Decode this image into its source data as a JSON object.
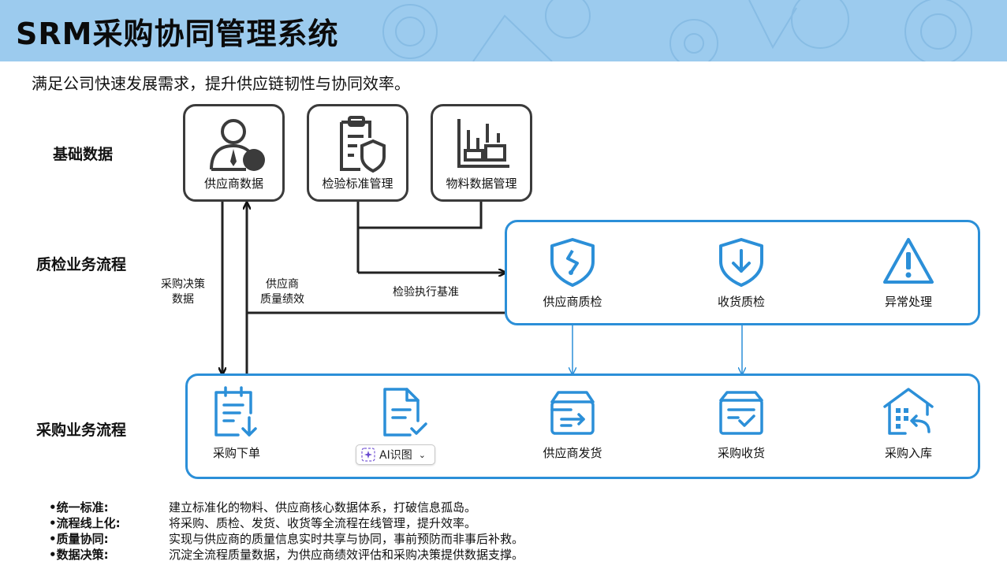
{
  "header": {
    "title": "SRM采购协同管理系统"
  },
  "subtitle": "满足公司快速发展需求，提升供应链韧性与协同效率。",
  "rows": {
    "base": "基础数据",
    "qc": "质检业务流程",
    "purchase": "采购业务流程"
  },
  "base_cards": [
    {
      "label": "供应商数据",
      "icon": "user-icon"
    },
    {
      "label": "检验标准管理",
      "icon": "clipboard-shield-icon"
    },
    {
      "label": "物料数据管理",
      "icon": "bar-chart-icon"
    }
  ],
  "qc_nodes": [
    {
      "label": "供应商质检",
      "icon": "shield-zigzag-icon"
    },
    {
      "label": "收货质检",
      "icon": "shield-down-icon"
    },
    {
      "label": "异常处理",
      "icon": "warning-icon"
    }
  ],
  "purchase_nodes": [
    {
      "label": "采购下单",
      "icon": "order-icon"
    },
    {
      "label": "",
      "icon": "document-check-icon"
    },
    {
      "label": "供应商发货",
      "icon": "box-icon"
    },
    {
      "label": "采购收货",
      "icon": "tray-check-icon"
    },
    {
      "label": "采购入库",
      "icon": "warehouse-icon"
    }
  ],
  "flow_labels": {
    "decision_line1": "采购决策",
    "decision_line2": "数据",
    "performance_line1": "供应商",
    "performance_line2": "质量绩效",
    "inspection_basis": "检验执行基准"
  },
  "ai_button": {
    "label": "AI识图"
  },
  "notes": [
    {
      "key": "•统一标准:",
      "text": "建立标准化的物料、供应商核心数据体系，打破信息孤岛。"
    },
    {
      "key": "•流程线上化:",
      "text": "将采购、质检、发货、收货等全流程在线管理，提升效率。"
    },
    {
      "key": "•质量协同:",
      "text": "实现与供应商的质量信息实时共享与协同，事前预防而非事后补救。"
    },
    {
      "key": "•数据决策:",
      "text": "沉淀全流程质量数据，为供应商绩效评估和采购决策提供数据支撑。"
    }
  ],
  "colors": {
    "accent": "#2b8fd8",
    "header_bg": "#9ccbee",
    "dark": "#3b3b3b"
  }
}
